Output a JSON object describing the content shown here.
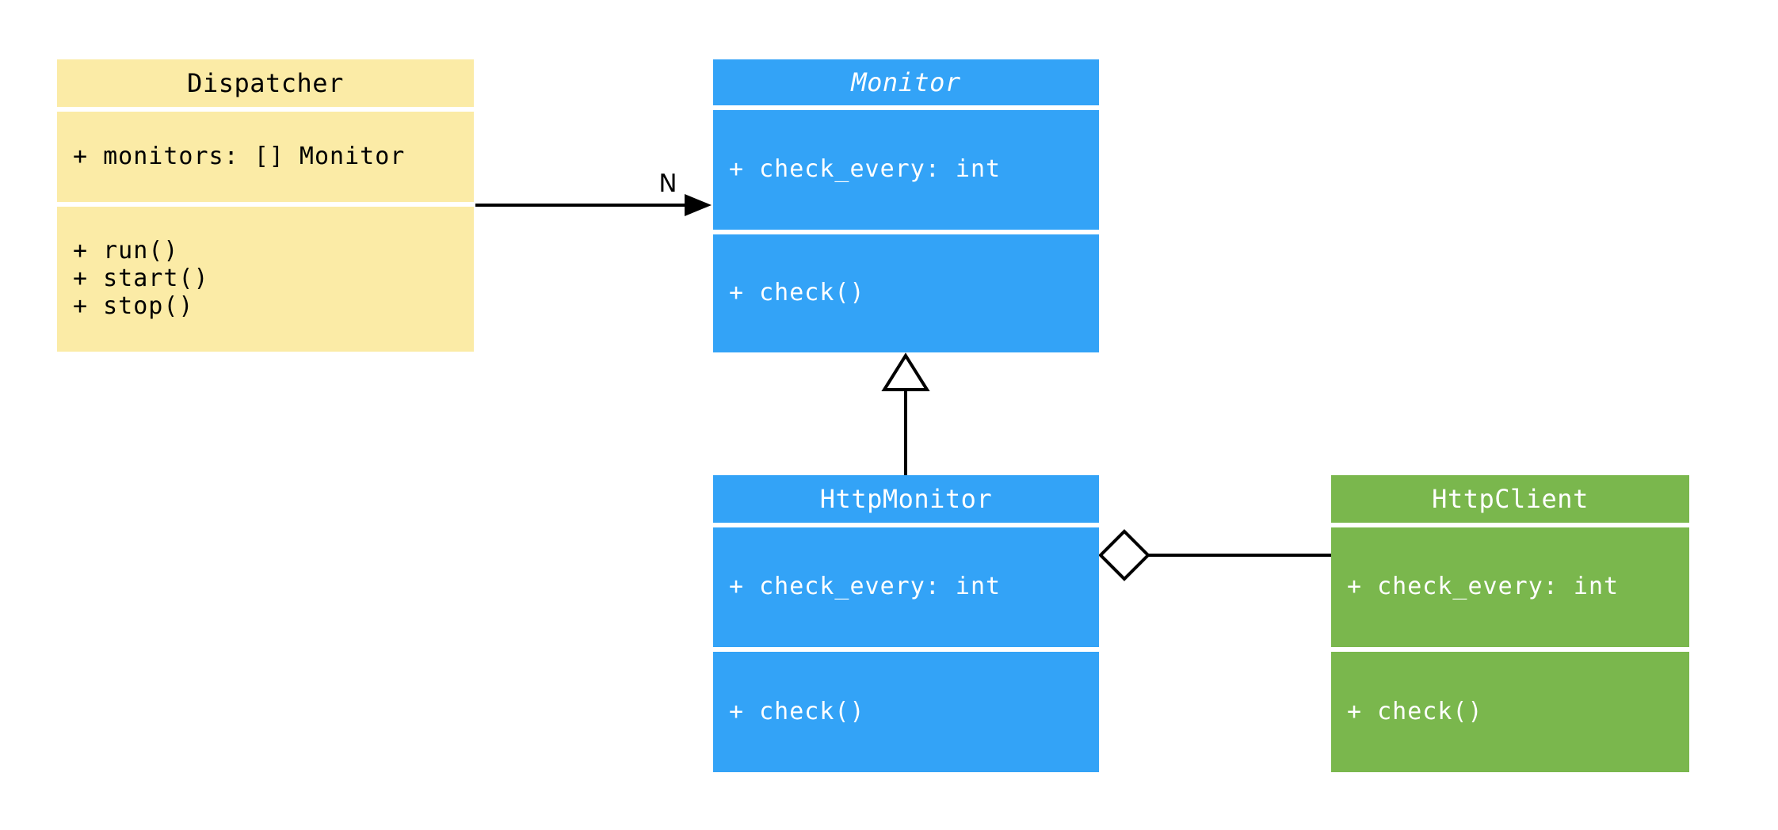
{
  "diagram": {
    "classes": [
      {
        "name": "Dispatcher",
        "abstract": false,
        "fill": "#FBEBA6",
        "text_color": "#000000",
        "attributes": [
          "+ monitors: [] Monitor"
        ],
        "methods": [
          "+ run()",
          "+ start()",
          "+ stop()"
        ]
      },
      {
        "name": "Monitor",
        "abstract": true,
        "fill": "#33A3F7",
        "text_color": "#FFFFFF",
        "attributes": [
          "+ check_every: int"
        ],
        "methods": [
          "+ check()"
        ]
      },
      {
        "name": "HttpMonitor",
        "abstract": false,
        "fill": "#33A3F7",
        "text_color": "#FFFFFF",
        "attributes": [
          "+ check_every: int"
        ],
        "methods": [
          "+ check()"
        ]
      },
      {
        "name": "HttpClient",
        "abstract": false,
        "fill": "#7AB74D",
        "text_color": "#FFFFFF",
        "attributes": [
          "+ check_every: int"
        ],
        "methods": [
          "+ check()"
        ]
      }
    ],
    "relationships": [
      {
        "type": "association",
        "from": "Dispatcher",
        "to": "Monitor",
        "label": "N",
        "marker": "filled-arrowhead"
      },
      {
        "type": "generalization",
        "from": "HttpMonitor",
        "to": "Monitor",
        "marker": "hollow-triangle"
      },
      {
        "type": "aggregation",
        "whole": "HttpMonitor",
        "part": "HttpClient",
        "marker": "hollow-diamond"
      }
    ],
    "line_color": "#000000"
  }
}
